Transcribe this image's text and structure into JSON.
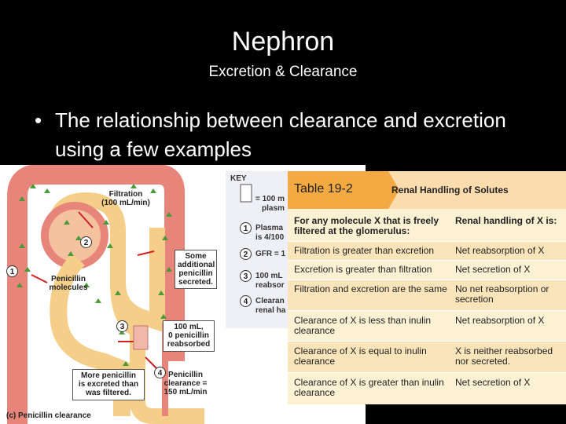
{
  "slide": {
    "title": "Nephron",
    "subtitle": "Excretion & Clearance",
    "bullet": "The relationship between clearance and excretion using a few examples"
  },
  "figure": {
    "filtration_label": "Filtration\n(100 mL/min)",
    "secreted_label": "Some\nadditional\npenicillin\nsecreted.",
    "molecules_label": "Penicillin\nmolecules",
    "reabsorbed_label": "100 mL,\n0 penicillin\nreabsorbed",
    "excreted_label": "More penicillin\nis excreted than\nwas filtered.",
    "clearance_label": "Penicillin\nclearance =\n150 mL/min",
    "caption": "(c)  Penicillin clearance",
    "steps": [
      "1",
      "2",
      "3",
      "4"
    ],
    "key": {
      "title": "KEY",
      "line1a": "= 100 m",
      "line1b": "plasm",
      "line2a": "Plasma",
      "line2b": "is 4/100",
      "line3": "GFR = 1",
      "line4a": "100 mL",
      "line4b": "reabsor",
      "line5a": "Clearan",
      "line5b": "renal ha"
    }
  },
  "table": {
    "number": "Table 19-2",
    "heading": "Renal Handling of Solutes",
    "rows": [
      {
        "col1": "For any molecule X that is freely filtered at the glomerulus:",
        "col2": "Renal handling of X is:",
        "bold": true
      },
      {
        "col1": "Filtration is greater than excretion",
        "col2": "Net reabsorption of X",
        "bold": false
      },
      {
        "col1": "Excretion is greater than filtration",
        "col2": "Net secretion of X",
        "bold": false
      },
      {
        "col1": "Filtration and excretion are the same",
        "col2": "No net reabsorption or secretion",
        "bold": false
      },
      {
        "col1": "Clearance of X is less than inulin clearance",
        "col2": "Net reabsorption of X",
        "bold": false
      },
      {
        "col1": "Clearance of X is equal to inulin clearance",
        "col2": "X is neither reabsorbed nor secreted.",
        "bold": false
      },
      {
        "col1": "Clearance of X is greater than inulin clearance",
        "col2": "Net secretion of X",
        "bold": false
      }
    ]
  },
  "colors": {
    "background": "#000000",
    "tubule_outer": "#e8857a",
    "tubule_inner": "#f5cf8a",
    "molecule": "#4a9a3a",
    "table_header_accent": "#f5a943",
    "table_bg": "#fdf1d4"
  }
}
